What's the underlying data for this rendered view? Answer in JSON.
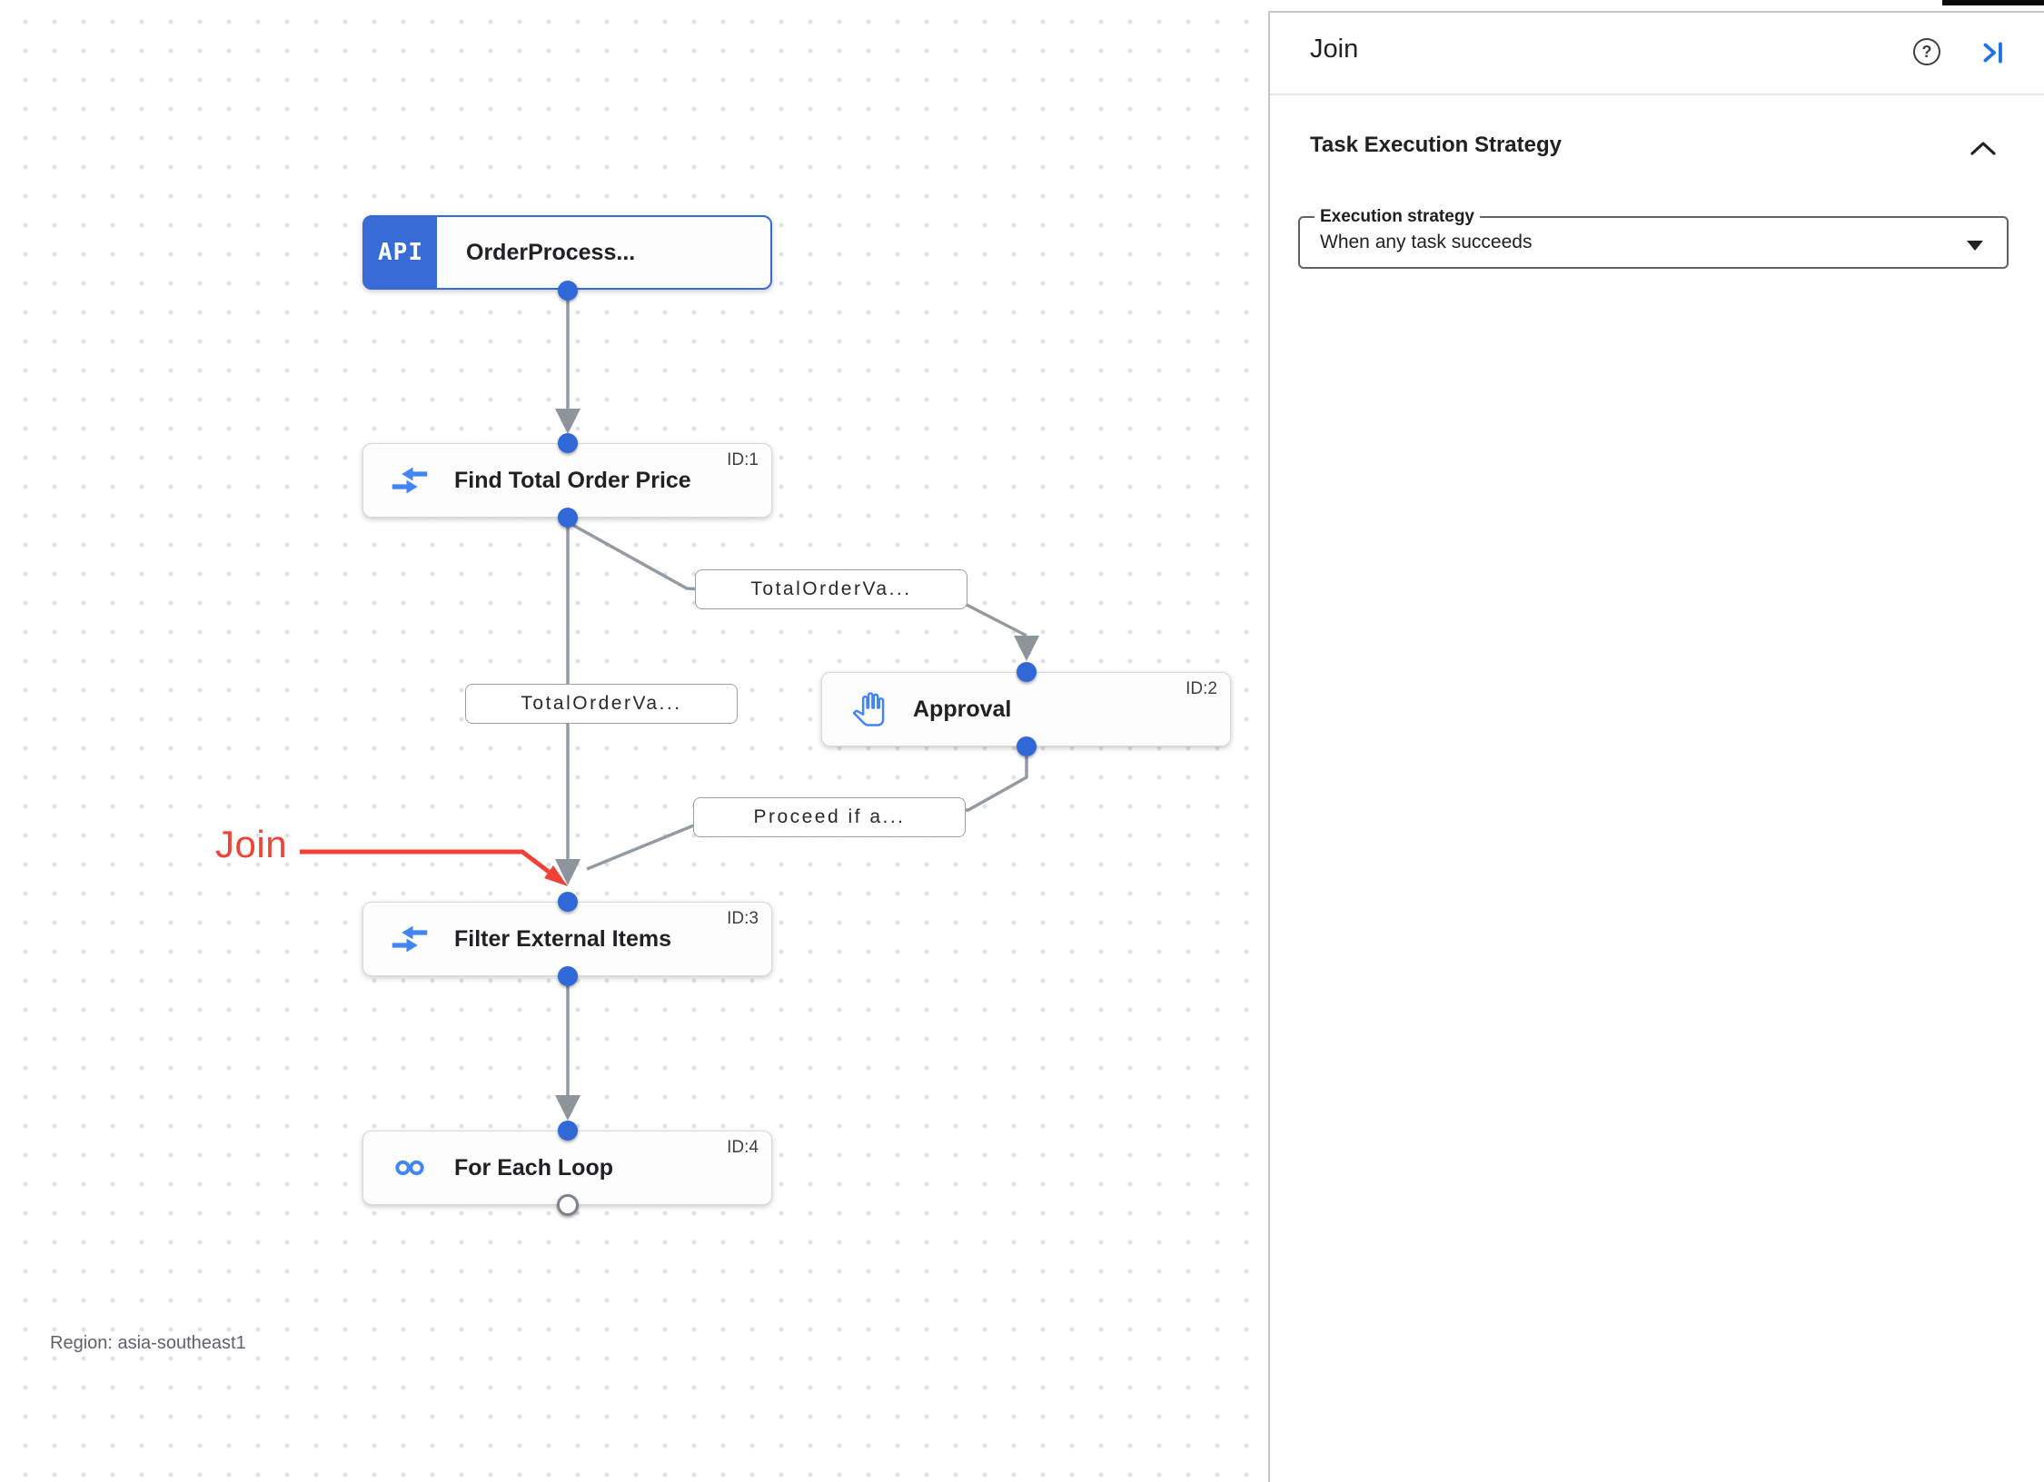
{
  "canvas": {
    "region_label": "Region: asia-southeast1",
    "annotation_label": "Join",
    "nodes": [
      {
        "badge": "API",
        "title": "OrderProcess...",
        "id_label": ""
      },
      {
        "title": "Find Total Order Price",
        "id_label": "ID:1"
      },
      {
        "title": "Approval",
        "id_label": "ID:2"
      },
      {
        "title": "Filter External Items",
        "id_label": "ID:3"
      },
      {
        "title": "For Each Loop",
        "id_label": "ID:4"
      }
    ],
    "edge_labels": [
      "TotalOrderVa...",
      "TotalOrderVa...",
      "Proceed if a..."
    ]
  },
  "panel": {
    "title": "Join",
    "section_title": "Task Execution Strategy",
    "execution_strategy": {
      "label": "Execution strategy",
      "value": "When any task succeeds"
    }
  },
  "icons": {
    "help": "help-icon",
    "collapse_panel": "keyboard-tab-icon",
    "collapse_section": "chevron-up-icon",
    "dropdown": "caret-down-icon",
    "data_mapping": "merge-arrows-icon",
    "approval": "hand-icon",
    "loop": "infinity-loop-icon",
    "api_trigger": "api-badge"
  },
  "colors": {
    "node_blue": "#386bd6",
    "icon_blue": "#4285f4",
    "link_blue": "#1a73e8",
    "edge_gray": "#939aa2",
    "annotation_red": "#ef4338"
  }
}
